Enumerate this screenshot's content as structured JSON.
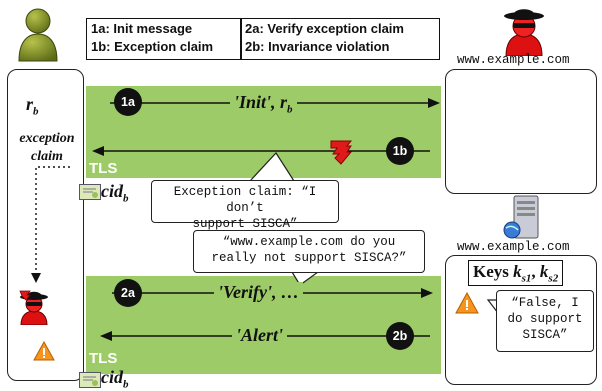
{
  "legend": {
    "1a": "1a: Init message",
    "1b": "1b: Exception claim",
    "2a": "2a: Verify exception claim",
    "2b": "2b: Invariance violation"
  },
  "server_label_top": "www.example.com",
  "server_label_bottom": "www.example.com",
  "client": {
    "rb": "r",
    "rb_sub": "b",
    "exception_claim_line1": "exception",
    "exception_claim_line2": "claim"
  },
  "flow1": {
    "badge_1a": "1a",
    "badge_1b": "1b",
    "init_text": "'Init', ",
    "init_r": "r",
    "init_sub": "b",
    "tls": "TLS",
    "cid": "cid",
    "cid_sub": "b",
    "callout_line1": "Exception claim: “I don’t",
    "callout_line2": "support SISCA”"
  },
  "flow2": {
    "question_line1": "“www.example.com do you",
    "question_line2": "really not support SISCA?”",
    "badge_2a": "2a",
    "badge_2b": "2b",
    "verify_text": "'Verify', …",
    "alert_text": "'Alert'",
    "tls": "TLS",
    "cid": "cid",
    "cid_sub": "b"
  },
  "keys": {
    "prefix": "Keys ",
    "k": "k",
    "s1": "s1",
    "sep": ", ",
    "k2": "k",
    "s2": "s2"
  },
  "server_reply": {
    "line1": "“False, I",
    "line2": "do support",
    "line3": "SISCA”"
  },
  "icons": {
    "user": "user-avatar-icon",
    "spy_top": "spy-icon",
    "spy_left": "spy-icon",
    "server": "server-icon",
    "warning": "warning-icon",
    "certificate": "certificate-icon",
    "stamp": "stamp-icon"
  }
}
